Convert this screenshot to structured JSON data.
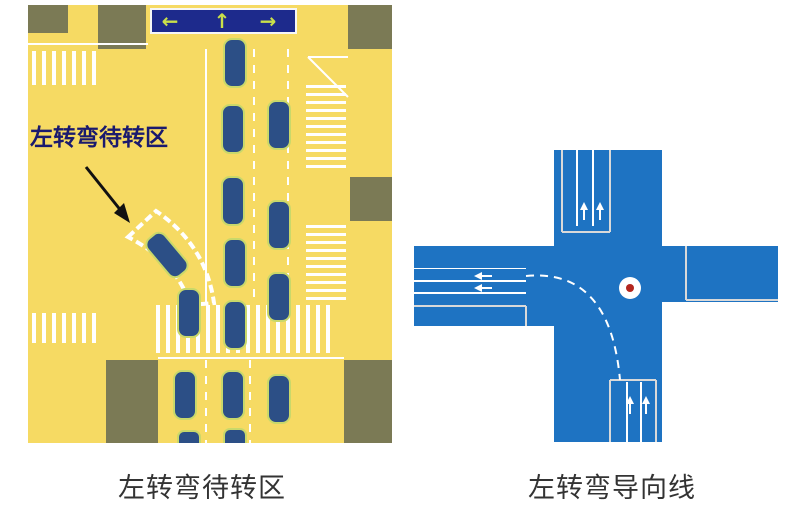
{
  "left_panel": {
    "callout_label": "左转弯待转区",
    "caption": "左转弯待转区",
    "sign_arrows": [
      "←",
      "↑",
      "→"
    ],
    "colors": {
      "road": "#f6da63",
      "marking": "#ffffff",
      "sidewalk": "#7b7a55",
      "sign": "#1d2a8c",
      "sign_arrow": "#c9e04a",
      "car": "#2c4f86",
      "label": "#1a1a6e"
    }
  },
  "right_panel": {
    "caption": "左转弯导向线",
    "colors": {
      "road": "#1e73c2",
      "lane_line": "#ffffff",
      "edge": "#d9d9d9",
      "guide_line": "#ffffff"
    }
  }
}
